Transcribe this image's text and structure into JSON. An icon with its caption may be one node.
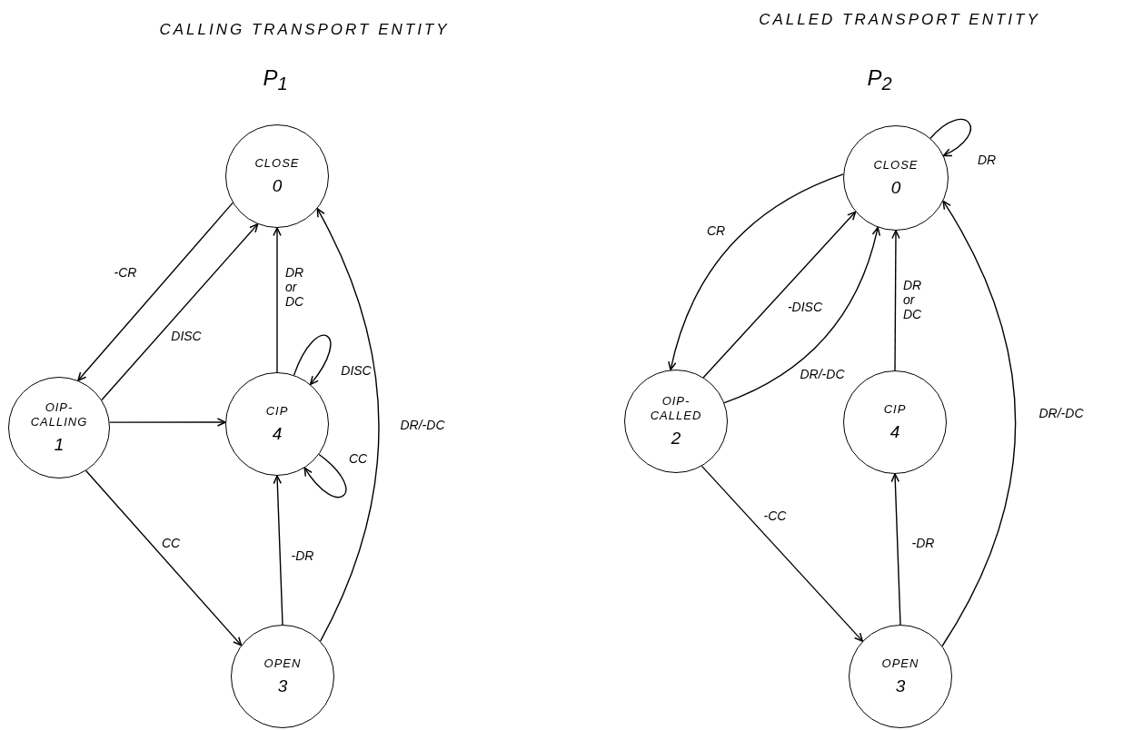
{
  "diagram": {
    "nodes": [
      {
        "text": [
          "CLOSE",
          "0"
        ]
      },
      {
        "text": [
          "OIP-CALLING",
          "1"
        ]
      },
      {
        "text": [
          "CIP",
          "4"
        ]
      },
      {
        "text": [
          "OPEN",
          "3"
        ]
      },
      {
        "text": [
          "CLOSE",
          "0"
        ]
      },
      {
        "text": [
          "OIP-CALLED",
          "2"
        ]
      },
      {
        "text": [
          "CIP",
          "4"
        ]
      },
      {
        "text": [
          "OPEN",
          "3"
        ]
      }
    ],
    "edges": [
      {
        "from": 0,
        "to": 1,
        "arrow": "to",
        "label": "-CR"
      },
      {
        "from": 1,
        "to": 0,
        "arrow": "to",
        "label": "DISC"
      },
      {
        "from": 2,
        "to": 0,
        "arrow": "to",
        "label": "DR or DC"
      },
      {
        "from": 2,
        "to": 2,
        "arrow": "to",
        "label": "DISC"
      },
      {
        "from": 2,
        "to": 2,
        "arrow": "to",
        "label": "CC"
      },
      {
        "from": 1,
        "to": 2,
        "arrow": "to"
      },
      {
        "from": 1,
        "to": 3,
        "arrow": "to",
        "label": "CC"
      },
      {
        "from": 3,
        "to": 2,
        "arrow": "to",
        "label": "-DR"
      },
      {
        "from": 3,
        "to": 0,
        "arrow": "to",
        "label": "DR/-DC"
      },
      {
        "from": 4,
        "to": 4,
        "arrow": "to",
        "label": "DR"
      },
      {
        "from": 4,
        "to": 5,
        "arrow": "to",
        "label": "CR"
      },
      {
        "from": 5,
        "to": 4,
        "arrow": "to",
        "label": "-DISC"
      },
      {
        "from": 5,
        "to": 4,
        "arrow": "to",
        "label": "DR/-DC"
      },
      {
        "from": 6,
        "to": 4,
        "arrow": "to",
        "label": "DR or DC"
      },
      {
        "from": 5,
        "to": 7,
        "arrow": "to",
        "label": "-CC"
      },
      {
        "from": 7,
        "to": 6,
        "arrow": "to",
        "label": "-DR"
      },
      {
        "from": 7,
        "to": 4,
        "arrow": "to",
        "label": "DR/-DC"
      }
    ],
    "labels": [
      "CALLING TRANSPORT ENTITY",
      "P$_{1}$",
      "CALLED TRANSPORT ENTITY",
      "P$_{2}$"
    ]
  }
}
